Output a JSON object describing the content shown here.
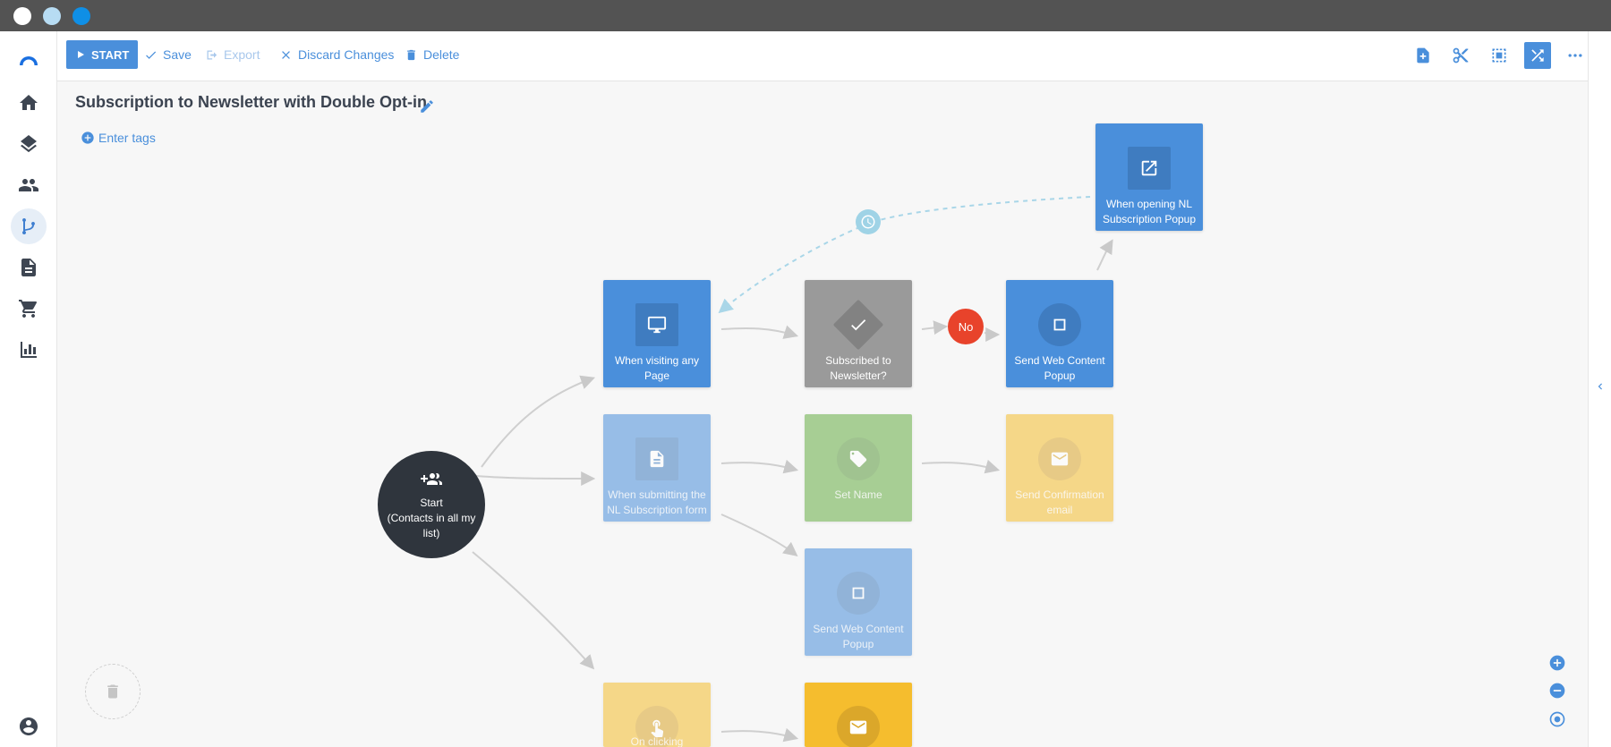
{
  "window": {
    "controls": [
      "close",
      "minimize",
      "maximize"
    ]
  },
  "sidebar": {
    "items": [
      {
        "name": "logo",
        "icon": "arc-logo-icon"
      },
      {
        "name": "home",
        "icon": "home-icon"
      },
      {
        "name": "layers",
        "icon": "layers-icon"
      },
      {
        "name": "contacts",
        "icon": "people-icon"
      },
      {
        "name": "workflows",
        "icon": "flow-icon",
        "active": true
      },
      {
        "name": "documents",
        "icon": "document-icon"
      },
      {
        "name": "shop",
        "icon": "cart-icon"
      },
      {
        "name": "reports",
        "icon": "bar-chart-icon"
      }
    ],
    "account_icon": "account-circle-icon"
  },
  "toolbar": {
    "start_label": "START",
    "save_label": "Save",
    "export_label": "Export",
    "discard_label": "Discard Changes",
    "delete_label": "Delete"
  },
  "header": {
    "title": "Subscription to Newsletter with Double Opt-in",
    "tags_label": "Enter tags"
  },
  "workflow": {
    "start": {
      "line1": "Start",
      "line2": "(Contacts in all my list)"
    },
    "nodes": {
      "visit_page": "When visiting any Page",
      "subscribed": "Subscribed to Newsletter?",
      "send_popup": "Send Web Content Popup",
      "opening_popup": "When opening NL Subscription Popup",
      "submitting_form": "When submitting the NL Subscription form",
      "set_name": "Set Name",
      "send_confirmation": "Send Confirmation email",
      "send_popup_2": "Send Web Content Popup",
      "on_clicking": "On clicking",
      "bottom_email": ""
    },
    "no_label": "No"
  },
  "colors": {
    "primary": "#4a8fdb",
    "condition": "#9a9a9a",
    "action_green": "#67ad45",
    "email_yellow": "#f5bd2e",
    "no_red": "#e8432b",
    "start_dark": "#2f353d"
  }
}
